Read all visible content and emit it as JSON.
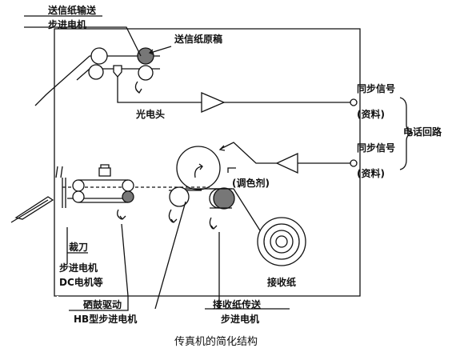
{
  "labels": {
    "send_feed_motor_line1": "送信纸输送",
    "send_feed_motor_line2": "步进电机",
    "send_original": "送信纸原稿",
    "photo_head": "光电头",
    "sync_signal_top": "同步信号",
    "data_top": "(资料)",
    "phone_line": "电话回路",
    "sync_signal_bottom": "同步信号",
    "data_bottom": "(资料)",
    "toner": "(调色剂)",
    "cutter": "裁刀",
    "cutter_motor_line1": "步进电机",
    "cutter_motor_line2": "DC电机等",
    "receive_paper": "接收纸",
    "drum_drive_line1": "硒鼓驱动",
    "drum_drive_line2": "HB型步进电机",
    "receive_feed_line1": "接收纸传送",
    "receive_feed_line2": "步进电机"
  },
  "caption": "传真机的简化结构",
  "colors": {
    "ink": "#111111",
    "roller_fill": "#777777",
    "paper": "#ffffff"
  }
}
